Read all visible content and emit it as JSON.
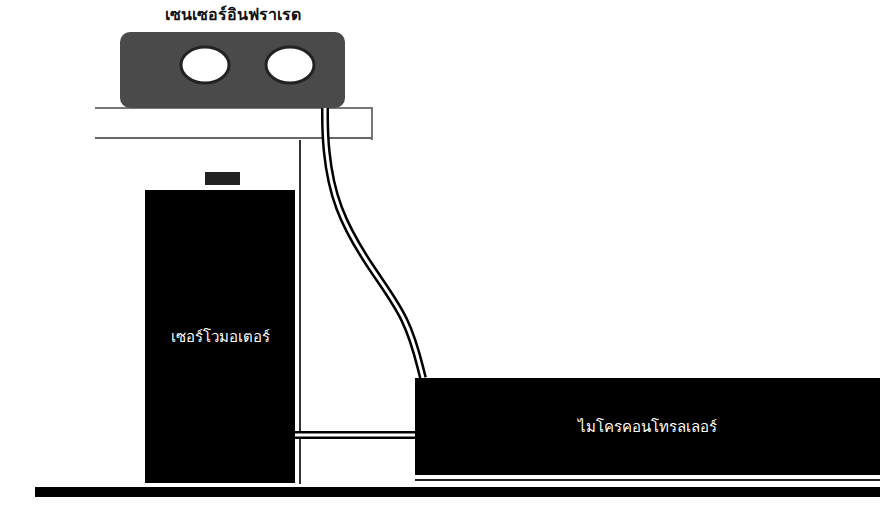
{
  "diagram": {
    "nodes": [
      {
        "text": [
          "เซนเซอร์อินฟราเรด"
        ]
      },
      {
        "text": [
          "เซอร์โวมอเตอร์"
        ]
      },
      {
        "text": [
          "ไมโครคอนโทรลเลอร์"
        ]
      }
    ],
    "edges": [
      {
        "from": 0,
        "to": 2,
        "arrow": "none"
      },
      {
        "from": 1,
        "to": 2,
        "arrow": "none"
      }
    ]
  }
}
